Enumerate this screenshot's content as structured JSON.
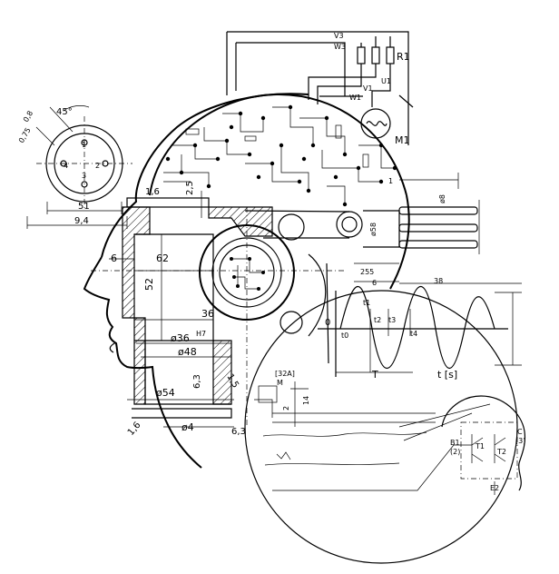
{
  "labels": {
    "v3": "V3",
    "w3": "W3",
    "r1": "R1",
    "v1": "V1",
    "w1": "W1",
    "u1": "U1",
    "m1": "M1",
    "angle45": "45°",
    "d08": "0,8",
    "d075": "0,75",
    "pin1": "1",
    "pin2": "2",
    "pin3": "3",
    "pin4": "4",
    "d51": "51",
    "d94": "9,4",
    "d16": "1,6",
    "d25": "2,5",
    "d6": "6",
    "d62": "62",
    "d52": "52",
    "d36": "36",
    "phi36": "ø36",
    "h7": "H7",
    "phi48": "ø48",
    "phi54": "ø54",
    "d63a": "6,3",
    "d15": "1,5",
    "phi4": "ø4",
    "d63b": "6,3",
    "d16b": "1,6",
    "phi8": "ø8",
    "phi58": "ø58",
    "d255": "255",
    "d6b": "6",
    "d38": "38",
    "d1": "1",
    "m": "M",
    "m32a": "[32A]",
    "d2": "2",
    "d14": "14",
    "zero": "0",
    "t0": "t0",
    "t1": "t1",
    "t2": "t2",
    "t3": "t3",
    "t4": "t4",
    "T": "T",
    "ts": "t [s]",
    "b1": "B1",
    "b2": "(2)",
    "T1": "T1",
    "T2": "T2",
    "c": "C",
    "c3": "(3)",
    "e2": "E2"
  }
}
